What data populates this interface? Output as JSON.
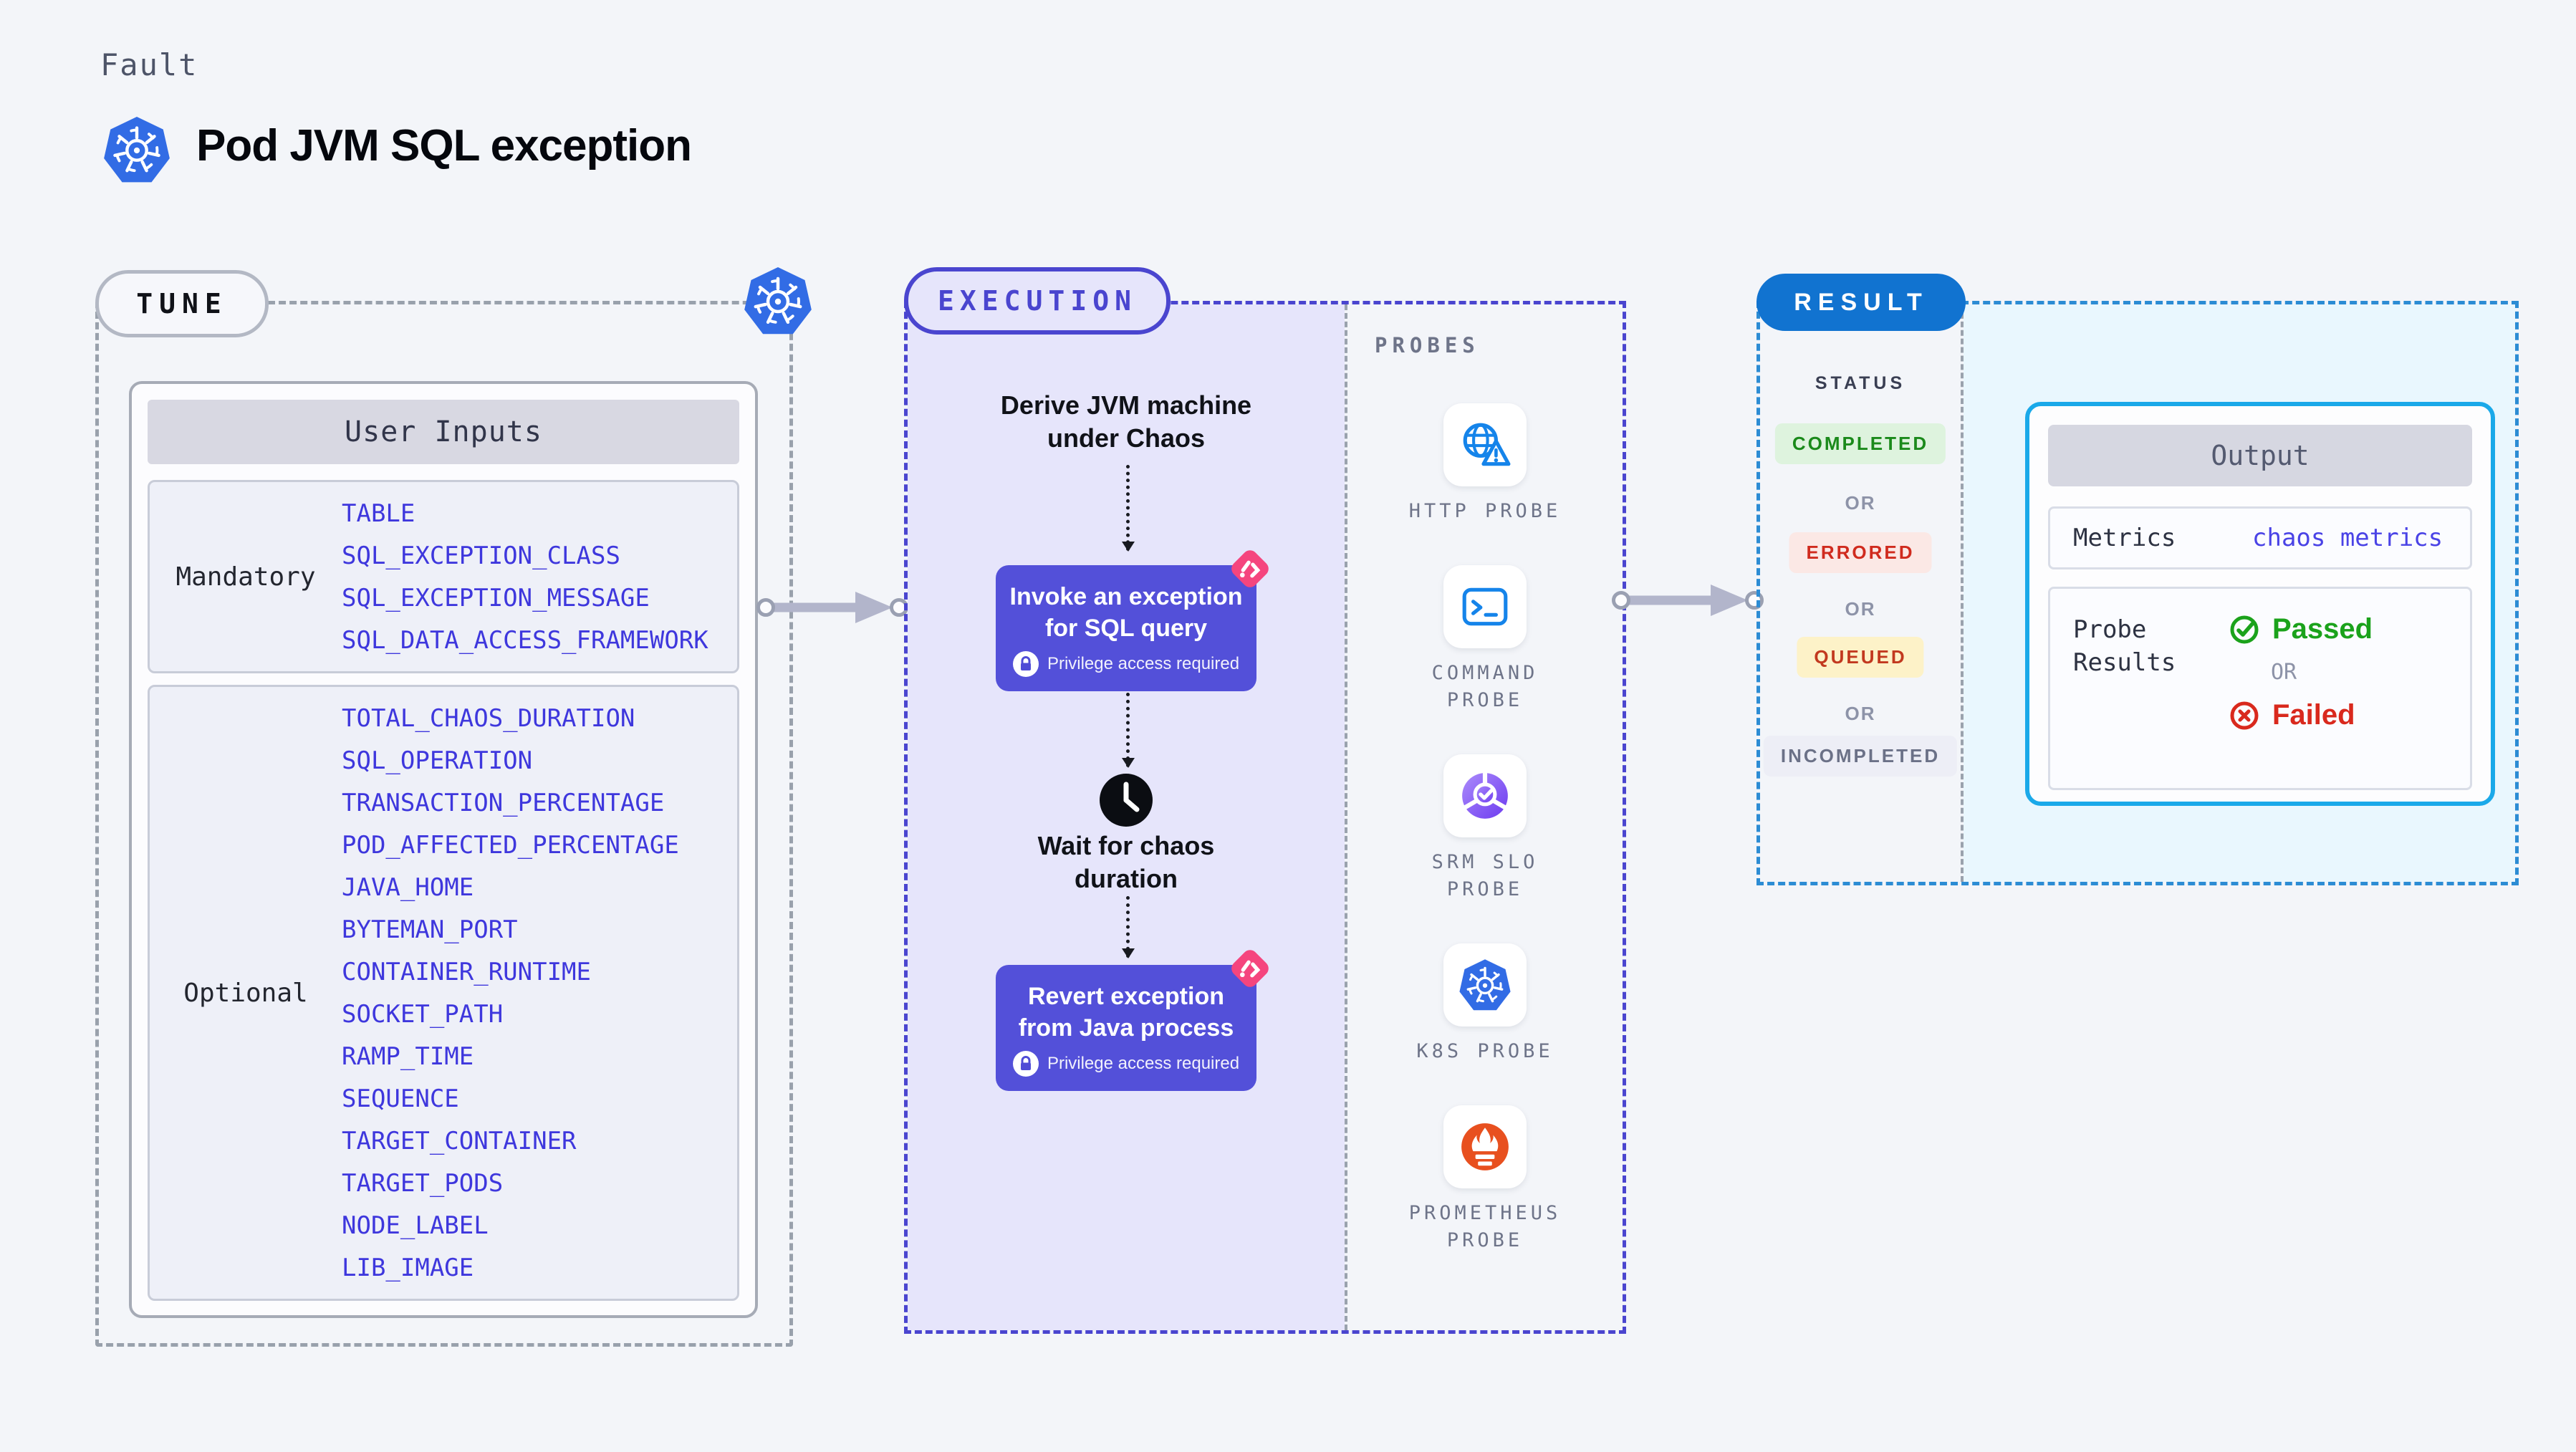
{
  "header": {
    "eyebrow": "Fault",
    "title": "Pod JVM SQL exception"
  },
  "tune": {
    "badge": "TUNE",
    "table_title": "User Inputs",
    "mandatory_label": "Mandatory",
    "mandatory_params": [
      "TABLE",
      "SQL_EXCEPTION_CLASS",
      "SQL_EXCEPTION_MESSAGE",
      "SQL_DATA_ACCESS_FRAMEWORK"
    ],
    "optional_label": "Optional",
    "optional_params": [
      "TOTAL_CHAOS_DURATION",
      "SQL_OPERATION",
      "TRANSACTION_PERCENTAGE",
      "POD_AFFECTED_PERCENTAGE",
      "JAVA_HOME",
      "BYTEMAN_PORT",
      "CONTAINER_RUNTIME",
      "SOCKET_PATH",
      "RAMP_TIME",
      "SEQUENCE",
      "TARGET_CONTAINER",
      "TARGET_PODS",
      "NODE_LABEL",
      "LIB_IMAGE"
    ]
  },
  "execution": {
    "badge": "EXECUTION",
    "derive_step": "Derive JVM machine\nunder Chaos",
    "invoke_title": "Invoke an exception\nfor SQL query",
    "wait_step": "Wait for chaos\nduration",
    "revert_title": "Revert exception\nfrom Java process",
    "privilege_note": "Privilege access required"
  },
  "probes": {
    "label": "PROBES",
    "items": [
      {
        "name": "HTTP PROBE",
        "icon": "globe-alert-icon"
      },
      {
        "name": "COMMAND PROBE",
        "icon": "terminal-icon"
      },
      {
        "name": "SRM SLO PROBE",
        "icon": "slo-gauge-icon"
      },
      {
        "name": "K8S PROBE",
        "icon": "kubernetes-icon"
      },
      {
        "name": "PROMETHEUS PROBE",
        "icon": "prometheus-icon"
      }
    ]
  },
  "result": {
    "badge": "RESULT",
    "status_label": "STATUS",
    "or_label": "OR",
    "statuses": [
      {
        "label": "COMPLETED",
        "bg": "#def3de",
        "color": "#1b8a1b"
      },
      {
        "label": "ERRORED",
        "bg": "#fbe8e5",
        "color": "#d02b1e"
      },
      {
        "label": "QUEUED",
        "bg": "#fdf2c8",
        "color": "#c2391f"
      },
      {
        "label": "INCOMPLETED",
        "bg": "#edeef6",
        "color": "#6b7187"
      }
    ],
    "output": {
      "title": "Output",
      "metrics_label": "Metrics",
      "metrics_value": "chaos metrics",
      "probe_results_label": "Probe Results",
      "passed_label": "Passed",
      "or_label": "OR",
      "failed_label": "Failed"
    }
  },
  "colors": {
    "page_bg": "#f3f5f9",
    "accent_indigo": "#4a45cf",
    "purple_fill": "#e6e5fb",
    "step_box_indigo": "#5350d9",
    "chaos_pink": "#f5457e",
    "param_text_blue": "#3e37dd",
    "result_badge_blue": "#1173d0",
    "output_border_blue": "#1aa9e9",
    "result_panel_bg": "#e9f7fe",
    "passed_green": "#1ba21b",
    "failed_red": "#d9291d",
    "kubernetes_blue": "#326ce5",
    "prometheus_orange": "#e8501f",
    "probe_icon_blue": "#1584ea"
  }
}
